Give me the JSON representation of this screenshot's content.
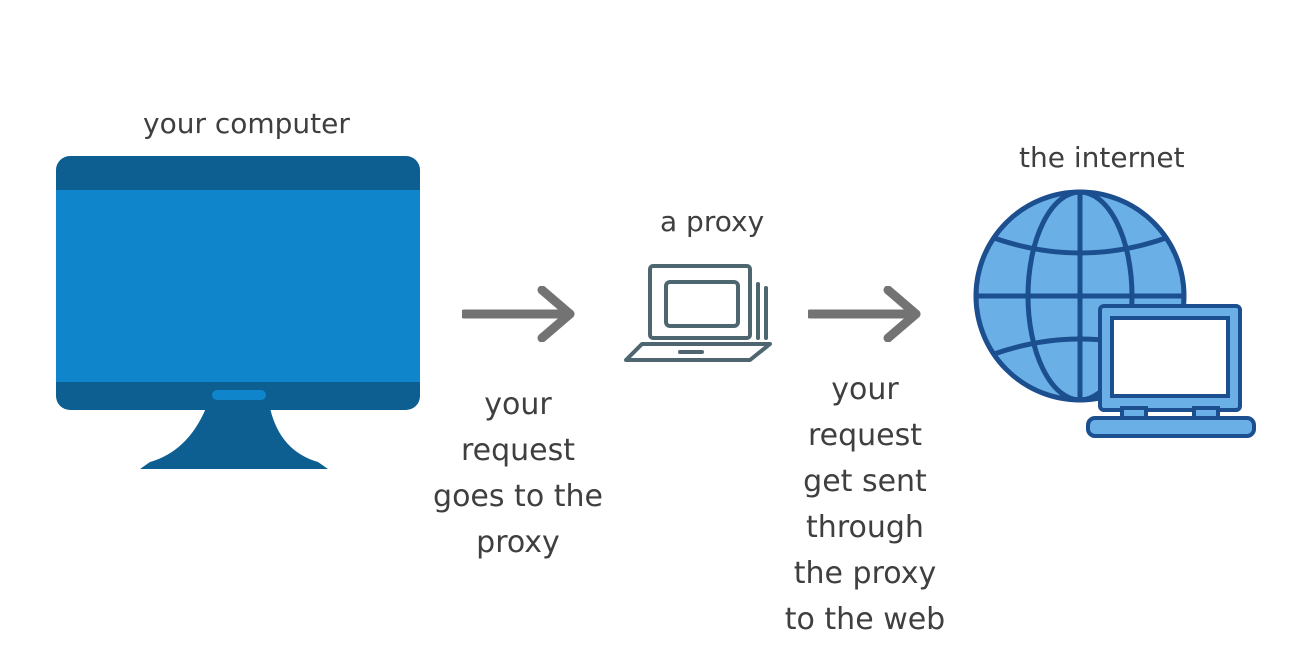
{
  "nodes": {
    "computer": {
      "label": "your computer",
      "icon": "desktop-monitor-icon"
    },
    "proxy": {
      "label": "a proxy",
      "icon": "laptop-icon"
    },
    "internet": {
      "label": "the internet",
      "icon": "globe-with-laptop-icon"
    }
  },
  "edges": [
    {
      "from": "computer",
      "to": "proxy",
      "icon": "right-arrow-icon",
      "caption_lines": [
        "your",
        "request",
        "goes to the",
        "proxy"
      ]
    },
    {
      "from": "proxy",
      "to": "internet",
      "icon": "right-arrow-icon",
      "caption_lines": [
        "your",
        "request",
        "get sent",
        "through",
        "the proxy",
        "to the web"
      ]
    }
  ],
  "colors": {
    "monitor_screen": "#0f86cc",
    "monitor_frame": "#0d5f91",
    "proxy_outline": "#4e6670",
    "arrow": "#737373",
    "globe_fill": "#6ab0e6",
    "globe_stroke": "#1c4f8f",
    "laptop_screen": "#ffffff",
    "text": "#3f3f3f"
  }
}
